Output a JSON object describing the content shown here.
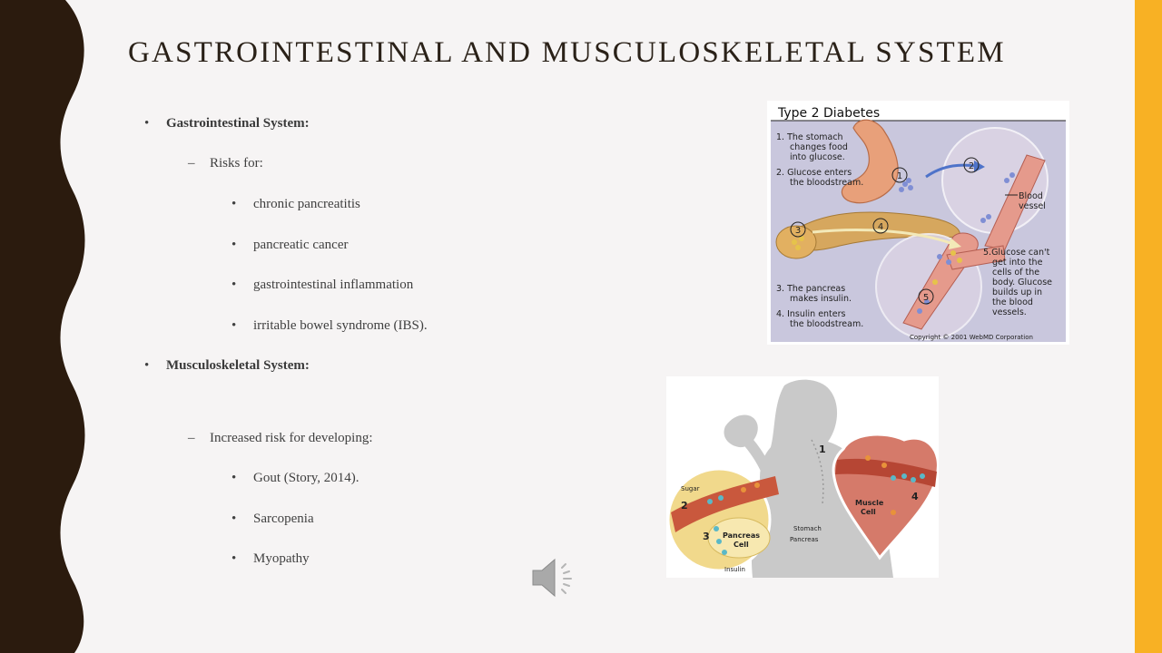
{
  "slide": {
    "title": "GASTROINTESTINAL AND MUSCULOSKELETAL SYSTEM",
    "colors": {
      "left_border": "#2b1b0e",
      "right_bar": "#f8b124",
      "background": "#f6f4f4"
    }
  },
  "content": {
    "gi_heading": "Gastrointestinal System:",
    "gi_sub": "Risks for:",
    "gi_items": [
      "chronic pancreatitis",
      "pancreatic cancer",
      "gastrointestinal inflammation",
      "irritable bowel syndrome (IBS)."
    ],
    "msk_heading": "Musculoskeletal System:",
    "msk_sub": "Increased risk for developing:",
    "msk_items": [
      " Gout (Story, 2014).",
      "Sarcopenia",
      "Myopathy"
    ]
  },
  "figure1": {
    "heading": "Type 2 Diabetes",
    "step1": [
      "1. The stomach",
      "changes food",
      "into glucose."
    ],
    "step2": [
      "2. Glucose enters",
      "the bloodstream."
    ],
    "step3": [
      "3. The pancreas",
      "makes insulin."
    ],
    "step4": [
      "4. Insulin enters",
      "the bloodstream."
    ],
    "step5": [
      "5.Glucose can't",
      "get into the",
      "cells of the",
      "body. Glucose",
      "builds up in",
      "the blood",
      "vessels."
    ],
    "blood_vessel": [
      "Blood",
      "vessel"
    ],
    "markers": [
      "1",
      "2",
      "3",
      "4",
      "5"
    ],
    "copyright": "Copyright © 2001 WebMD Corporation"
  },
  "figure2": {
    "labels": {
      "sugar": "Sugar",
      "pancreas_cell": [
        "Pancreas",
        "Cell"
      ],
      "muscle_cell": [
        "Muscle",
        "Cell"
      ],
      "stomach": "Stomach",
      "pancreas": "Pancreas",
      "insulin": "Insulin"
    },
    "markers": [
      "1",
      "2",
      "3",
      "4"
    ]
  },
  "audio": {
    "icon": "speaker-icon"
  }
}
